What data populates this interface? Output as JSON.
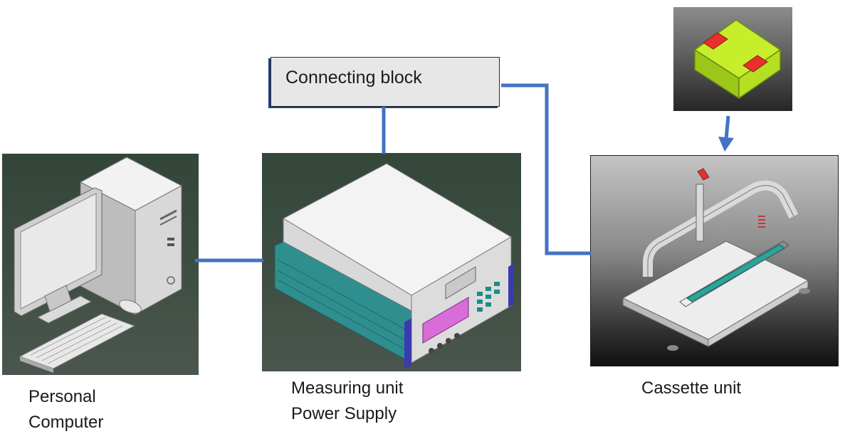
{
  "connecting_block": {
    "label": "Connecting block"
  },
  "captions": {
    "personal_computer": [
      "Personal",
      "Computer"
    ],
    "measuring_unit": [
      "Measuring unit",
      "Power Supply"
    ],
    "cassette_unit": "Cassette unit"
  },
  "colors": {
    "connector_line": "#4472c4",
    "chip_body": "#b5e61d",
    "chip_terminal": "#e8302a",
    "display_magenta": "#d96cd9",
    "front_teal": "#2aa5a5"
  }
}
